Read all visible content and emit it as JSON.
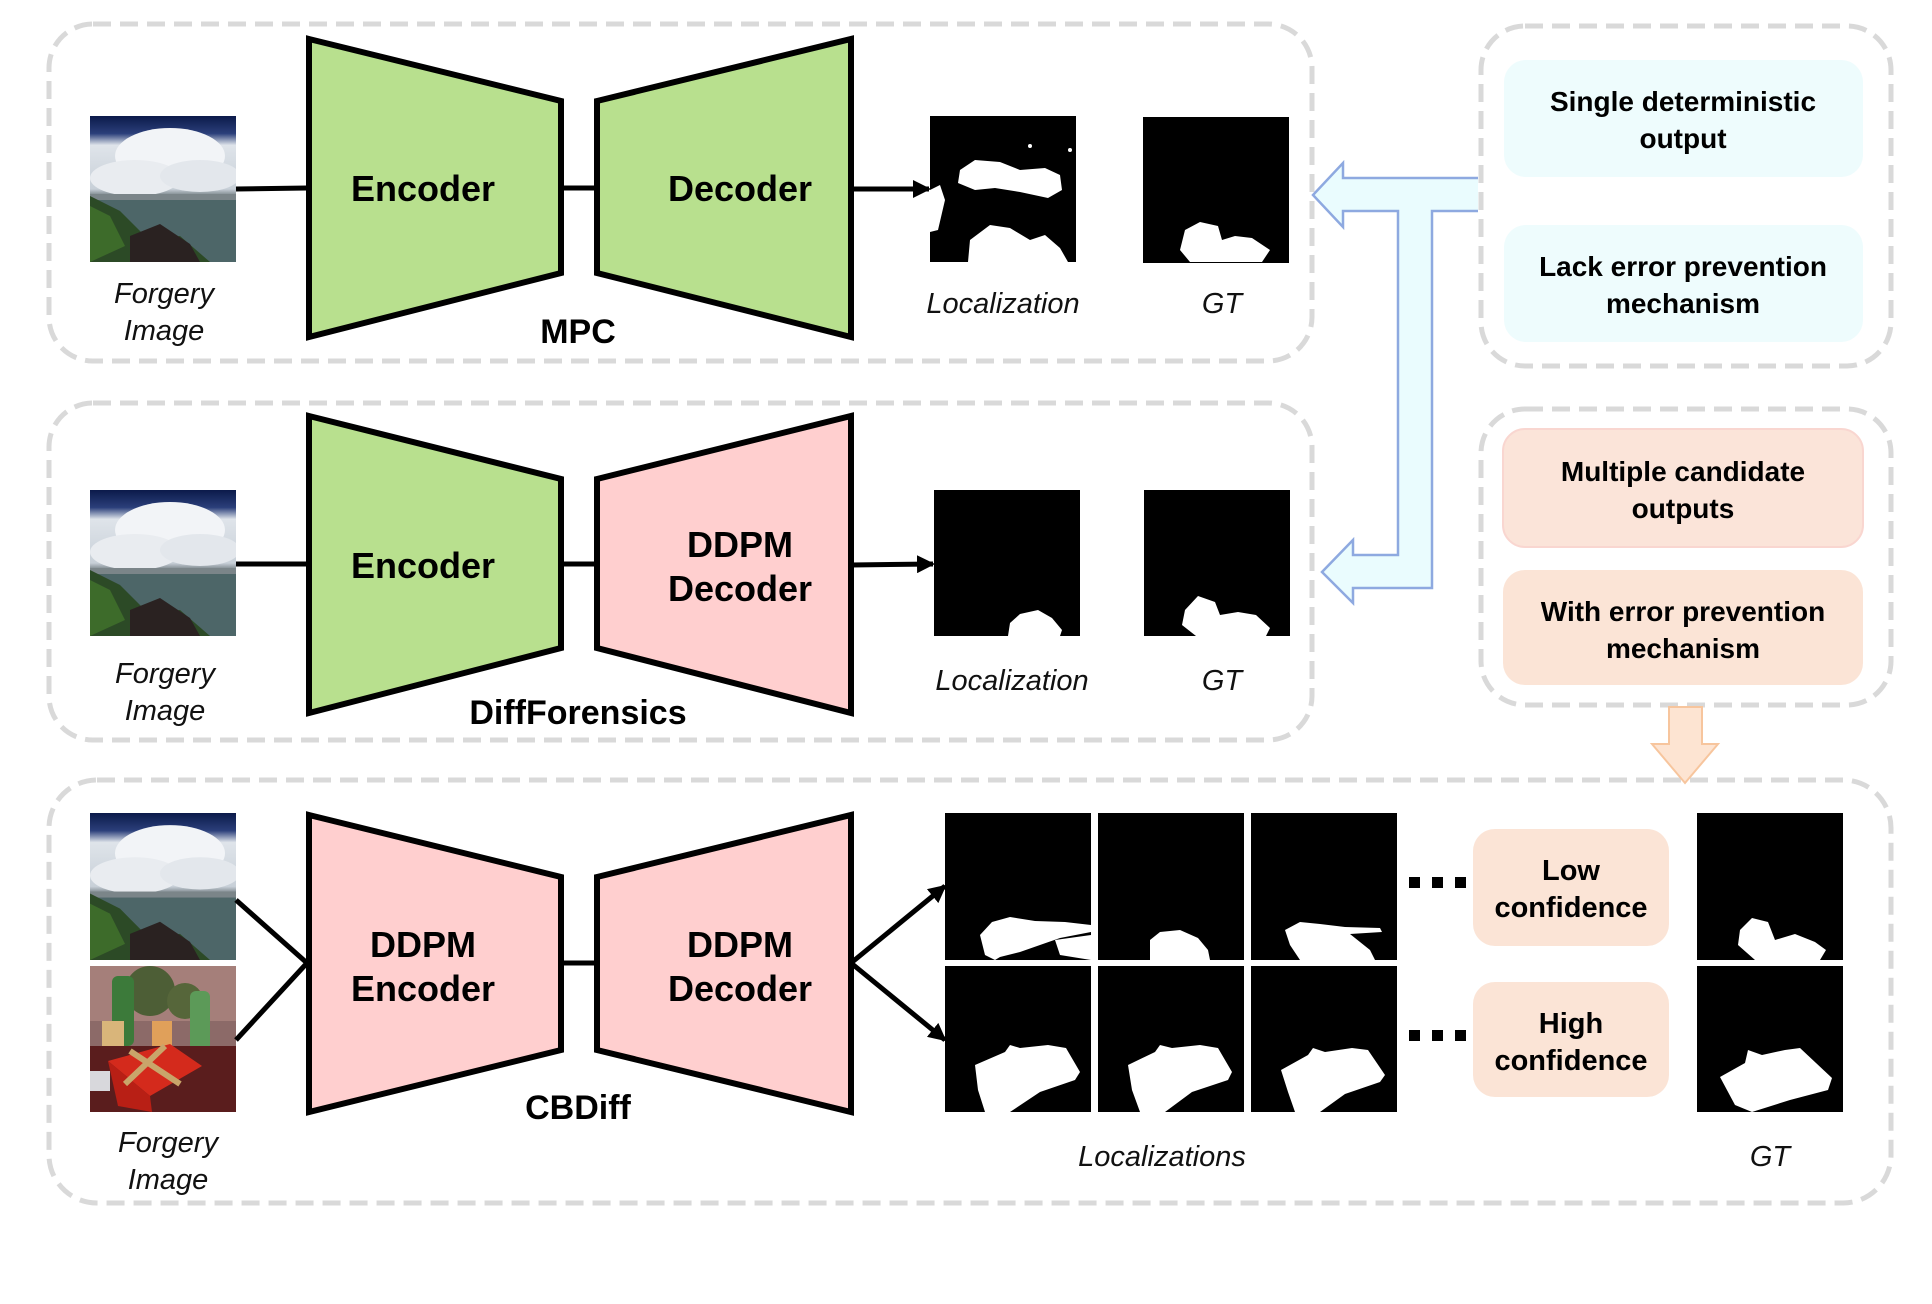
{
  "colors": {
    "green_block": "#b8e08e",
    "pink_block": "#ffcfcf",
    "cyan_box": "#eefcfd",
    "peach_box": "#fbe4d6",
    "peach_border": "#f9d9d2",
    "blue_arrow_fill": "#eafcfe",
    "blue_arrow_stroke": "#8ea9e0",
    "orange_arrow_fill": "#fde4d2",
    "orange_arrow_stroke": "#f7c59d",
    "dash": "#d9d9d9"
  },
  "rows": {
    "mpc": {
      "title": "MPC",
      "encoder": "Encoder",
      "decoder": "Decoder",
      "input_label_1": "Forgery",
      "input_label_2": "Image",
      "output_label": "Localization",
      "gt_label": "GT"
    },
    "diffforensics": {
      "title": "DiffForensics",
      "encoder": "Encoder",
      "decoder_1": "DDPM",
      "decoder_2": "Decoder",
      "input_label_1": "Forgery",
      "input_label_2": "Image",
      "output_label": "Localization",
      "gt_label": "GT"
    },
    "cbdiff": {
      "title": "CBDiff",
      "encoder_1": "DDPM",
      "encoder_2": "Encoder",
      "decoder_1": "DDPM",
      "decoder_2": "Decoder",
      "input_label_1": "Forgery",
      "input_label_2": "Image",
      "outputs_label": "Localizations",
      "gt_label": "GT",
      "low_conf_1": "Low",
      "low_conf_2": "confidence",
      "high_conf_1": "High",
      "high_conf_2": "confidence"
    }
  },
  "side": {
    "deterministic": {
      "line1": "Single deterministic",
      "line2": "output",
      "lack1": "Lack error prevention",
      "lack2": "mechanism"
    },
    "candidate": {
      "line1": "Multiple candidate",
      "line2": "outputs",
      "with1": "With error prevention",
      "with2": "mechanism"
    }
  },
  "ellipsis": "..."
}
